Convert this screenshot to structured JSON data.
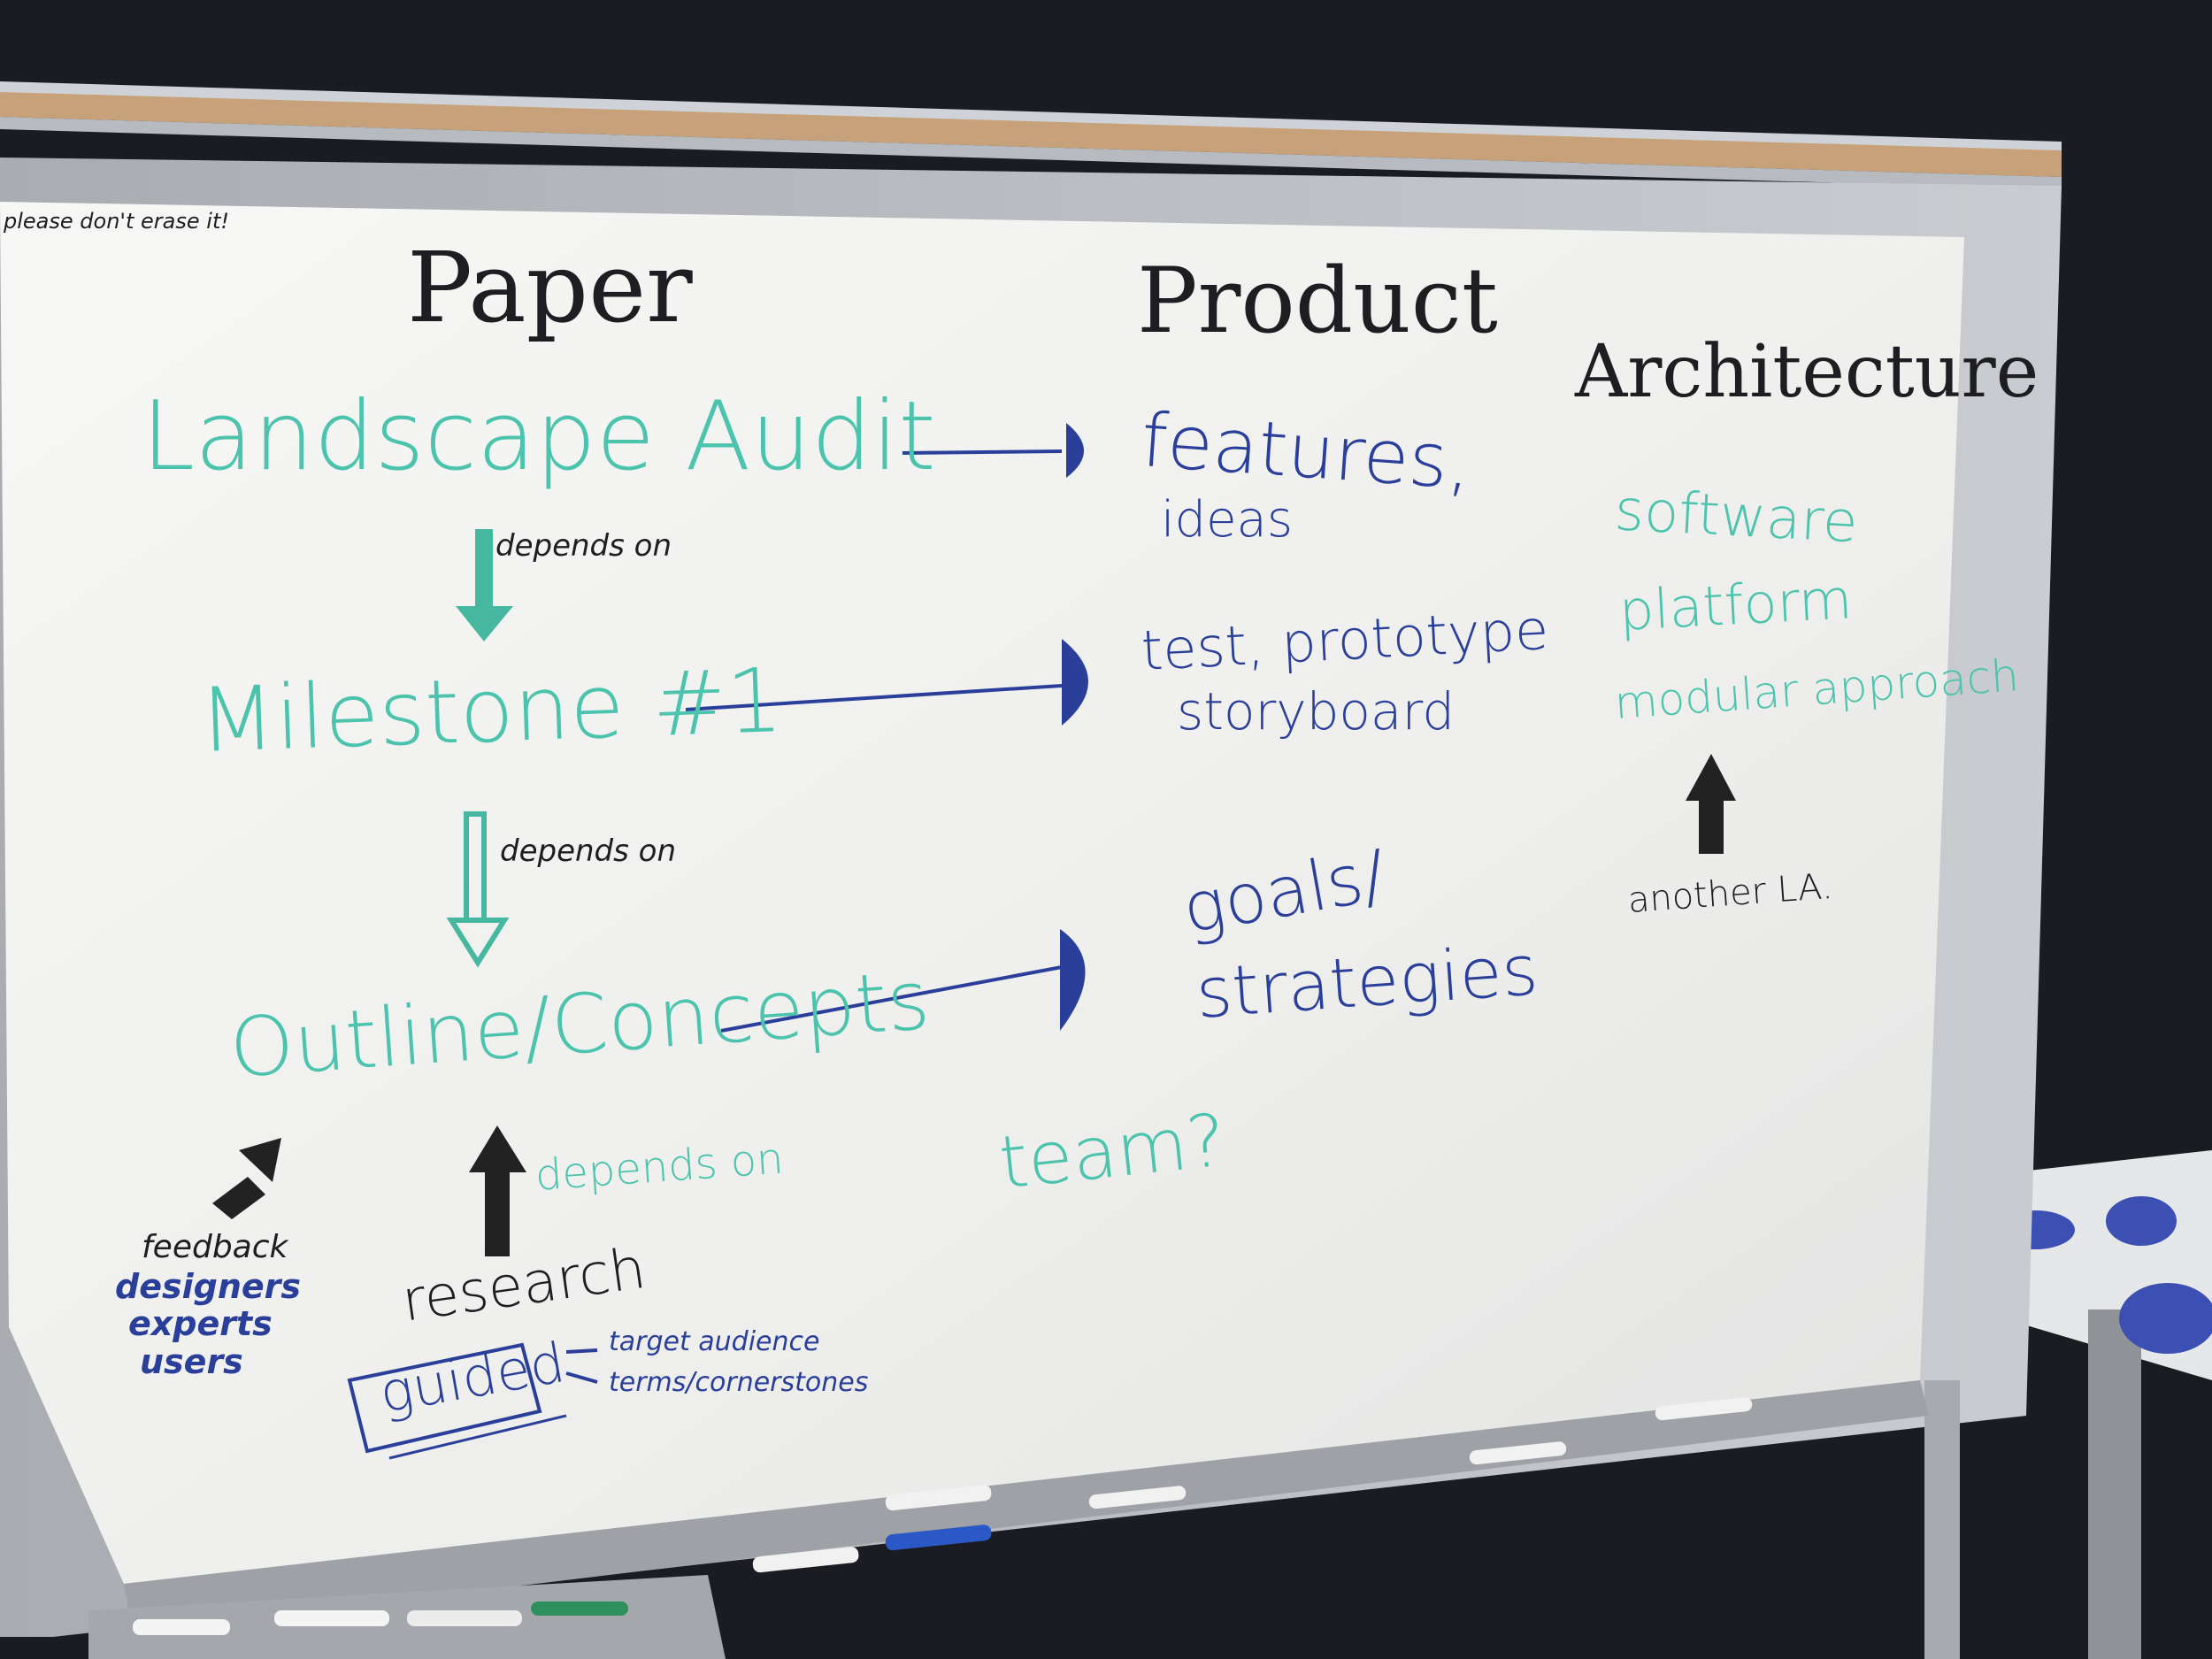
{
  "note": "please don't erase it!",
  "columns": {
    "paper": "Paper",
    "product": "Product",
    "architecture": "Architecture"
  },
  "paper": {
    "landscape_audit": "Landscape Audit",
    "depends_on_1": "depends on",
    "milestone": "Milestone #1",
    "depends_on_2": "depends on",
    "outline": "Outline/Concepts",
    "depends_on_3": "depends on",
    "feedback": "feedback",
    "designers": "designers",
    "experts": "experts",
    "users": "users",
    "research": "research",
    "guided": "guided",
    "target_audience": "target audience",
    "terms": "terms/cornerstones"
  },
  "product": {
    "features": "features,",
    "ideas": "ideas",
    "test_prototype": "test, prototype",
    "storyboard": "storyboard",
    "goals": "goals/",
    "strategies": "strategies",
    "team": "team?"
  },
  "architecture": {
    "software": "software",
    "platform": "platform",
    "modular": "modular approach",
    "another_la": "another LA."
  },
  "colors": {
    "teal_marker": "#4cc4ad",
    "blue_marker": "#2a3f99",
    "black_marker": "#1d1d22",
    "board": "#f2f2f0",
    "frame": "#b9bdc2",
    "wall": "#1b1c21"
  }
}
